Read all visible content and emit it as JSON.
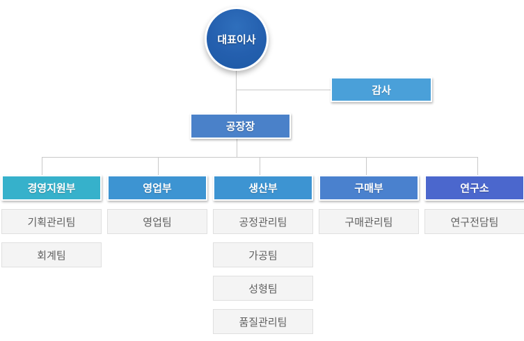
{
  "org": {
    "ceo": {
      "label": "대표이사",
      "color_center": "#2f6fbc",
      "color_edge": "#1d5aa5"
    },
    "auditor": {
      "label": "감사",
      "color": "#4aa0d9"
    },
    "factory_manager": {
      "label": "공장장",
      "color": "#4a81c9"
    },
    "departments": [
      {
        "label": "경영지원부",
        "color": "#36b1cb",
        "teams": [
          "기획관리팀",
          "회계팀"
        ]
      },
      {
        "label": "영업부",
        "color": "#3d94d2",
        "teams": [
          "영업팀"
        ]
      },
      {
        "label": "생산부",
        "color": "#3d94d2",
        "teams": [
          "공정관리팀",
          "가공팀",
          "성형팀",
          "품질관리팀"
        ]
      },
      {
        "label": "구매부",
        "color": "#4a81ce",
        "teams": [
          "구매관리팀"
        ]
      },
      {
        "label": "연구소",
        "color": "#4b67cd",
        "teams": [
          "연구전담팀"
        ]
      }
    ]
  },
  "style": {
    "background": "#ffffff",
    "connector_color": "#c8c8c8",
    "team_background": "#f4f4f4",
    "team_border": "#dfdfdf",
    "team_text_color": "#5f5f5f"
  }
}
